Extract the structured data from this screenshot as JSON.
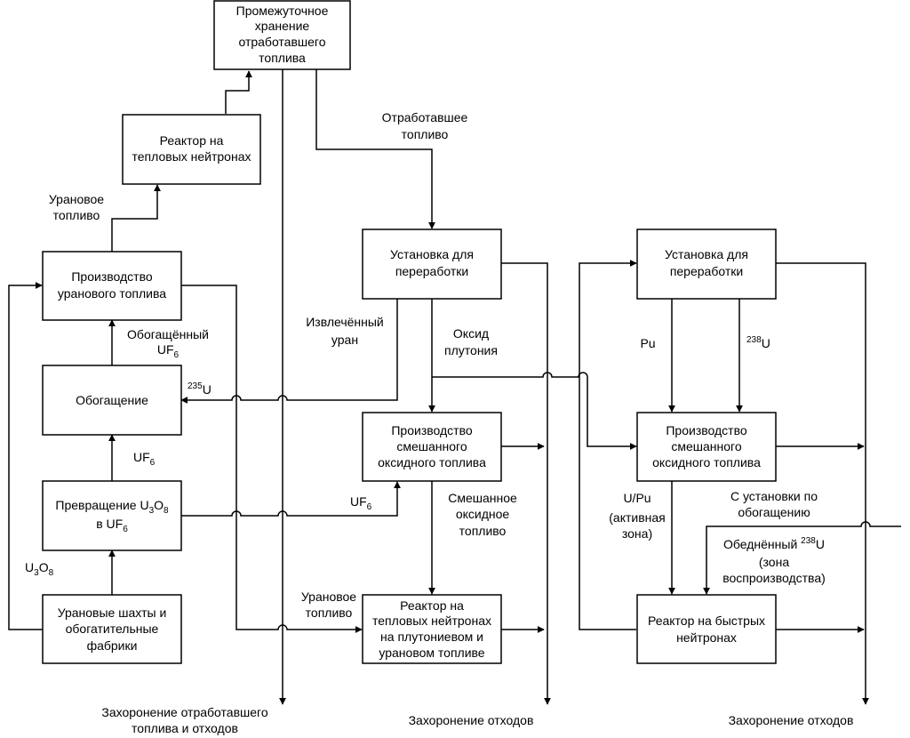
{
  "boxes": {
    "interim_storage": [
      "Промежуточное",
      "хранение",
      "отработавшего",
      "топлива"
    ],
    "thermal_reactor_top": [
      "Реактор на",
      "тепловых нейтронах"
    ],
    "uranium_fuel_production": [
      "Производство",
      "уранового топлива"
    ],
    "enrichment": [
      "Обогащение"
    ],
    "conversion_line1": "Превращение U",
    "conversion_line1_sub1": "3",
    "conversion_line1_mid": "O",
    "conversion_line1_sub2": "8",
    "conversion_line2": "в UF",
    "conversion_line2_sub": "6",
    "mines": [
      "Урановые шахты и",
      "обогатительные",
      "фабрики"
    ],
    "reprocessing_1": [
      "Установка для",
      "переработки"
    ],
    "mox_production_1": [
      "Производство",
      "смешанного",
      "оксидного топлива"
    ],
    "thermal_reactor_mox": [
      "Реактор на",
      "тепловых нейтронах",
      "на плутониевом и",
      "урановом топливе"
    ],
    "reprocessing_2": [
      "Установка для",
      "переработки"
    ],
    "mox_production_2": [
      "Производство",
      "смешанного",
      "оксидного топлива"
    ],
    "fast_reactor": [
      "Реактор на быстрых",
      "нейтронах"
    ]
  },
  "labels": {
    "uranium_fuel": [
      "Урановое",
      "топливо"
    ],
    "enriched_uf6": "Обогащённый",
    "enriched_uf6_2": "UF",
    "enriched_uf6_2_sub": "6",
    "u235_sup": "235",
    "u235_base": "U",
    "uf6_mid": "UF",
    "uf6_mid_sub": "6",
    "u3o8_base1": "U",
    "u3o8_sub1": "3",
    "u3o8_base2": "O",
    "u3o8_sub2": "8",
    "spent_fuel": [
      "Отработавшее",
      "топливо"
    ],
    "recovered_uranium": [
      "Извлечённый",
      "уран"
    ],
    "plutonium_oxide": [
      "Оксид",
      "плутония"
    ],
    "uf6_right": "UF",
    "uf6_right_sub": "6",
    "mox_fuel": [
      "Смешанное",
      "оксидное",
      "топливо"
    ],
    "uranium_fuel_2": [
      "Урановое",
      "топливо"
    ],
    "pu": "Pu",
    "u238_sup": "238",
    "u238_base": "U",
    "u_pu": [
      "U/Pu",
      "(активная",
      "зона)"
    ],
    "from_enrichment": [
      "С установки по",
      "обогащению"
    ],
    "depleted_u": "Обеднённый ",
    "depleted_u_sup": "238",
    "depleted_u_base": "U",
    "depleted_u_2": [
      "(зона",
      "воспроизводства)"
    ],
    "disposal_spent": [
      "Захоронение отработавшего",
      "топлива и отходов"
    ],
    "disposal_waste_1": "Захоронение отходов",
    "disposal_waste_2": "Захоронение отходов"
  }
}
